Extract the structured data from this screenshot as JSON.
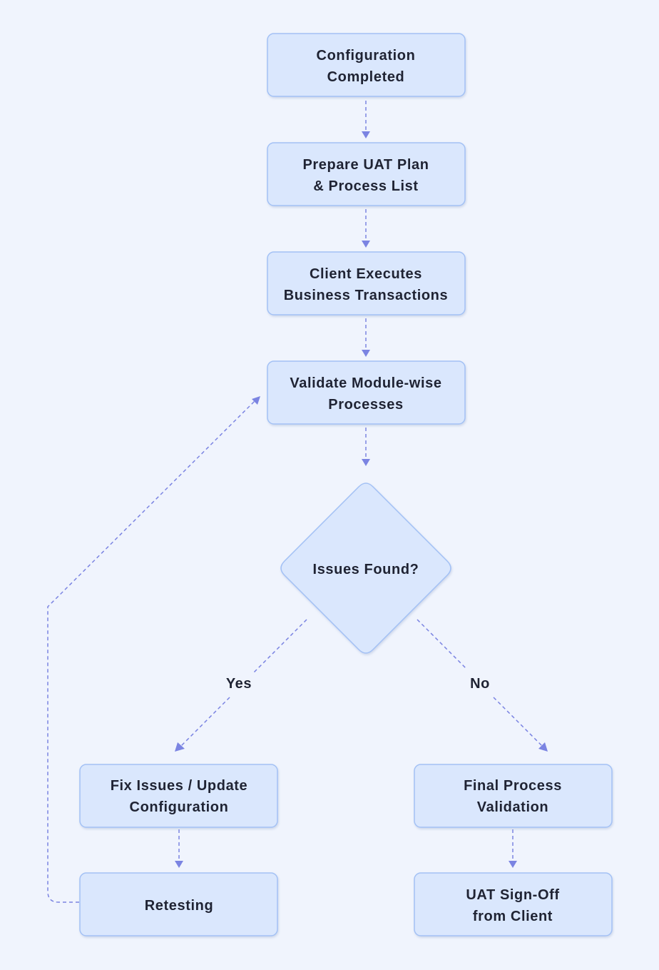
{
  "nodes": {
    "config_completed": {
      "lines": [
        "Configuration",
        "Completed"
      ]
    },
    "prepare_plan": {
      "lines": [
        "Prepare UAT Plan",
        "& Process List"
      ]
    },
    "client_executes": {
      "lines": [
        "Client Executes",
        "Business Transactions"
      ]
    },
    "validate": {
      "lines": [
        "Validate Module-wise",
        "Processes"
      ]
    },
    "decision": {
      "lines": [
        "Issues Found?"
      ]
    },
    "fix": {
      "lines": [
        "Fix Issues / Update",
        "Configuration"
      ]
    },
    "retesting": {
      "lines": [
        "Retesting"
      ]
    },
    "final_validation": {
      "lines": [
        "Final Process",
        "Validation"
      ]
    },
    "signoff": {
      "lines": [
        "UAT Sign-Off",
        "from Client"
      ]
    }
  },
  "edges": {
    "yes_label": "Yes",
    "no_label": "No"
  },
  "colors": {
    "background": "#f0f4fd",
    "node_fill": "#dae7fd",
    "node_stroke": "#a3c1f5",
    "edge": "#7b84e2",
    "text": "#1f2333"
  }
}
